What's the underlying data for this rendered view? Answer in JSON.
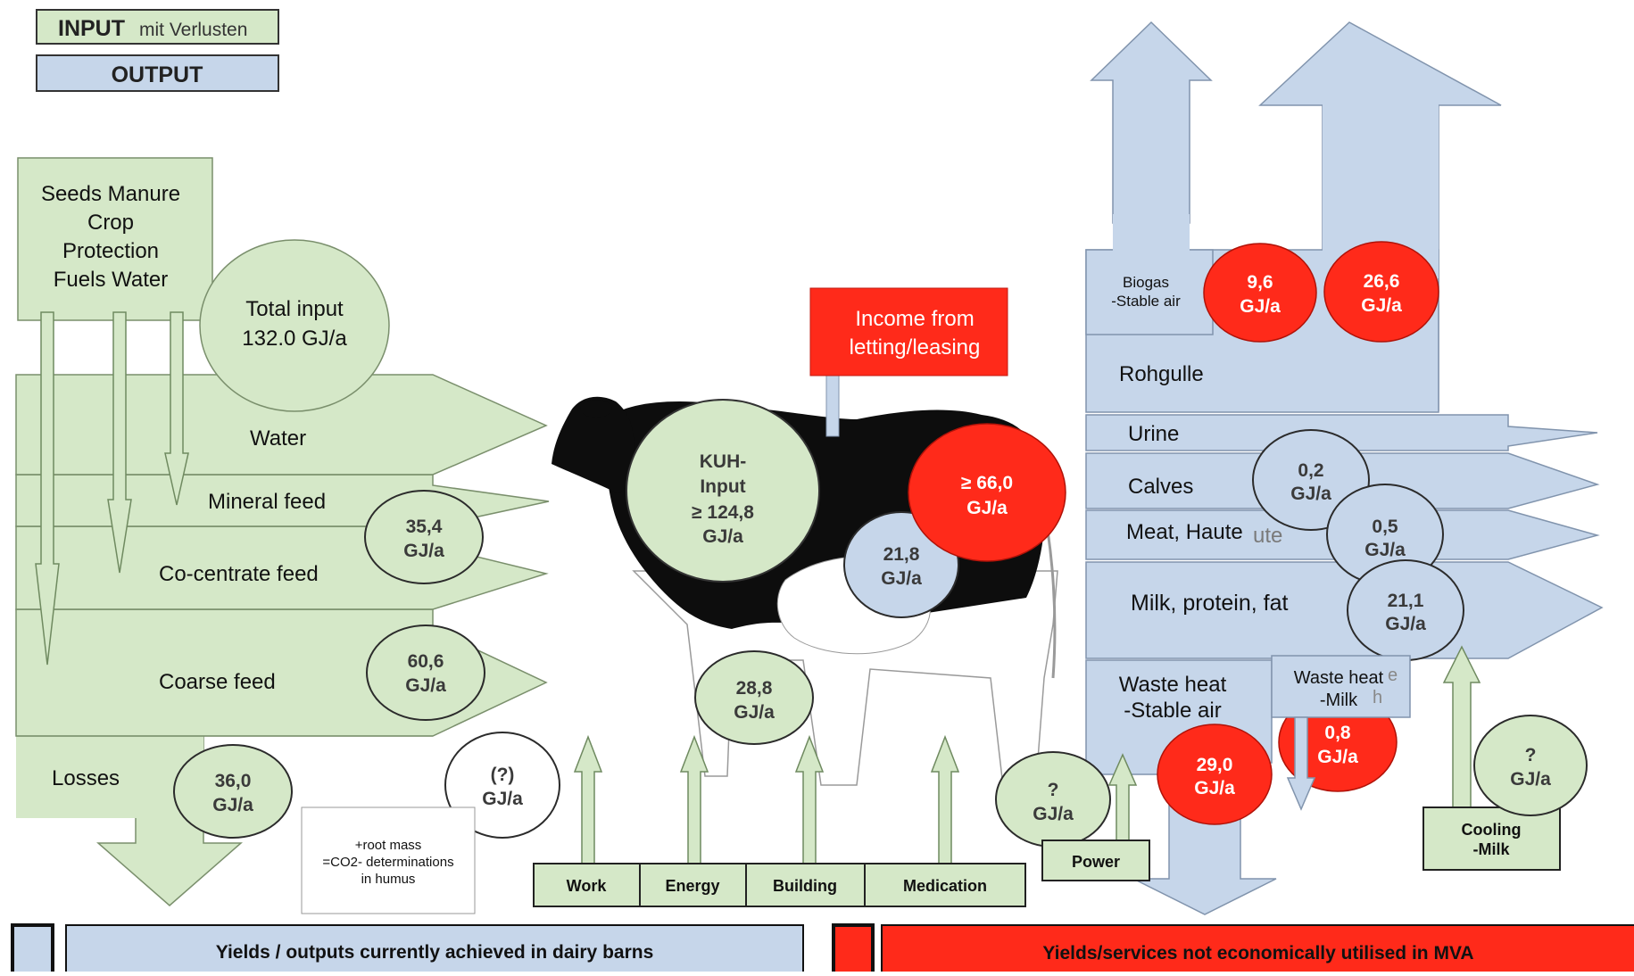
{
  "legend": {
    "input_bold": "INPUT",
    "input_rest": "mit Verlusten",
    "output": "OUTPUT"
  },
  "inputs": {
    "top_box": [
      "Seeds Manure",
      "Crop",
      "Protection",
      "Fuels Water"
    ],
    "total": [
      "Total input",
      "132.0 GJ/a"
    ],
    "water": "Water",
    "mineral_feed": "Mineral feed",
    "concentrate_feed": "Co-centrate feed",
    "coarse_feed": "Coarse feed",
    "losses": "Losses",
    "val_feed": [
      "35,4",
      "GJ/a"
    ],
    "val_coarse": [
      "60,6",
      "GJ/a"
    ],
    "val_losses": [
      "36,0",
      "GJ/a"
    ],
    "val_unknown": [
      "(?)",
      "GJ/a"
    ],
    "root_note": [
      "+root mass",
      "=CO2- determinations",
      "in humus"
    ]
  },
  "cow": {
    "kuh_input": [
      "KUH-",
      "Input",
      "≥ 124,8",
      "GJ/a"
    ],
    "red_value": [
      "≥ 66,0",
      "GJ/a"
    ],
    "blue_value": [
      "21,8",
      "GJ/a"
    ],
    "income": [
      "Income from",
      "letting/leasing"
    ],
    "aux_value": [
      "28,8",
      "GJ/a"
    ],
    "aux_inputs": [
      "Work",
      "Energy",
      "Building",
      "Medication"
    ]
  },
  "outputs": {
    "biogas": [
      "Biogas",
      "-Stable air"
    ],
    "biogas_red1": [
      "9,6",
      "GJ/a"
    ],
    "biogas_red2": [
      "26,6",
      "GJ/a"
    ],
    "rohgulle": "Rohgulle",
    "urine": "Urine",
    "calves": "Calves",
    "meat": "Meat, Haute",
    "meat_ghost": "ute",
    "milk": "Milk, protein, fat",
    "val_calves": [
      "0,2",
      "GJ/a"
    ],
    "val_meat": [
      "0,5",
      "GJ/a"
    ],
    "val_milk": [
      "21,1",
      "GJ/a"
    ],
    "waste_heat_air": [
      "Waste heat",
      "-Stable air"
    ],
    "waste_heat_milk": [
      "Waste heat",
      "-Milk"
    ],
    "waste_ghost": [
      "e",
      "h"
    ],
    "val_waste_air": [
      "29,0",
      "GJ/a"
    ],
    "val_waste_milk": [
      "0,8",
      "GJ/a"
    ],
    "power": "Power",
    "val_power": [
      "?",
      "GJ/a"
    ],
    "cooling": [
      "Cooling",
      "-Milk"
    ],
    "val_cooling": [
      "?",
      "GJ/a"
    ]
  },
  "footer": {
    "blue_label": "Yields / outputs currently achieved in dairy barns",
    "red_label": "Yields/services not economically utilised in MVA"
  },
  "colors": {
    "input_green": "#d5e8c8",
    "output_blue": "#c6d6ea",
    "unused_red": "#ff2a1a"
  }
}
